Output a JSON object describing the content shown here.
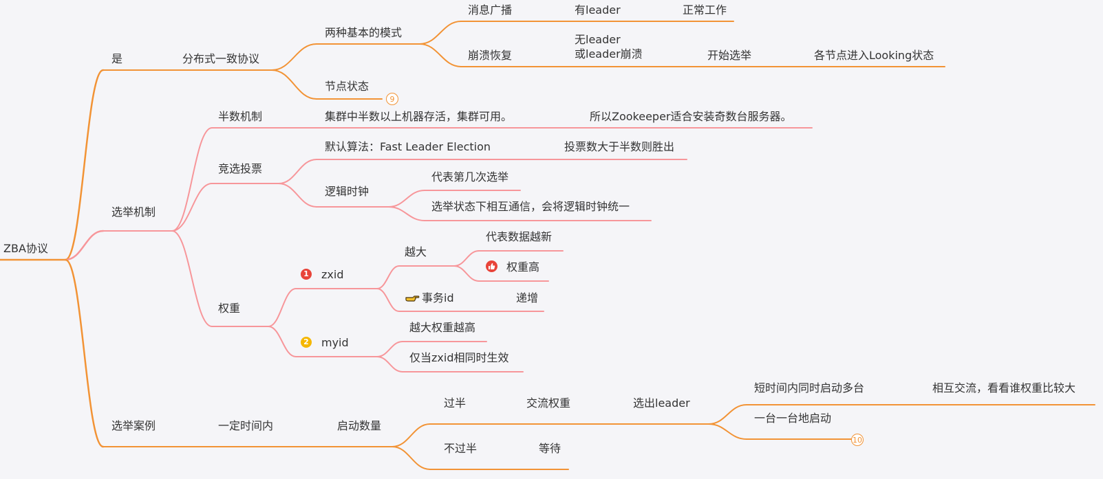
{
  "map": {
    "root": "ZBA协议",
    "is": {
      "label": "是",
      "protocol": "分布式一致协议",
      "modes": {
        "label": "两种基本的模式",
        "broadcast": {
          "label": "消息广播",
          "cond": "有leader",
          "result": "正常工作"
        },
        "recovery": {
          "label": "崩溃恢复",
          "cond_line1": "无leader",
          "cond_line2": "或leader崩溃",
          "step": "开始选举",
          "result": "各节点进入Looking状态"
        }
      },
      "node_state": {
        "label": "节点状态",
        "collapsed_count": "9"
      }
    },
    "election": {
      "label": "选举机制",
      "half": {
        "label": "半数机制",
        "desc": "集群中半数以上机器存活，集群可用。",
        "note": "所以Zookeeper适合安装奇数台服务器。"
      },
      "vote": {
        "label": "竞选投票",
        "algo": {
          "label": "默认算法：Fast Leader Election",
          "rule": "投票数大于半数则胜出"
        },
        "clock": {
          "label": "逻辑时钟",
          "c1": "代表第几次选举",
          "c2": "选举状态下相互通信，会将逻辑时钟统一"
        }
      },
      "weight": {
        "label": "权重",
        "zxid": {
          "priority": "1",
          "label": "zxid",
          "bigger": {
            "label": "越大",
            "c1": "代表数据越新",
            "c2": "权重高"
          },
          "txid": {
            "label": "事务id",
            "c1": "递增"
          }
        },
        "myid": {
          "priority": "2",
          "label": "myid",
          "c1": "越大权重越高",
          "c2": "仅当zxid相同时生效"
        }
      }
    },
    "case": {
      "label": "选举案例",
      "time": "一定时间内",
      "count": "启动数量",
      "over": {
        "label": "过半",
        "exchange": "交流权重",
        "pick": "选出leader",
        "p1": {
          "label": "短时间内同时启动多台",
          "c1": "相互交流，看看谁权重比较大"
        },
        "p2": {
          "label": "一台一台地启动",
          "collapsed_count": "10"
        }
      },
      "notover": {
        "label": "不过半",
        "c1": "等待"
      }
    }
  },
  "colors": {
    "orange": "#f29335",
    "pink": "#f7969a",
    "text": "#333333",
    "priority1": "#e8443a",
    "priority2": "#f5b700"
  },
  "icons": {
    "like": "thumbs-up-icon",
    "hand": "pointing-hand-icon"
  }
}
